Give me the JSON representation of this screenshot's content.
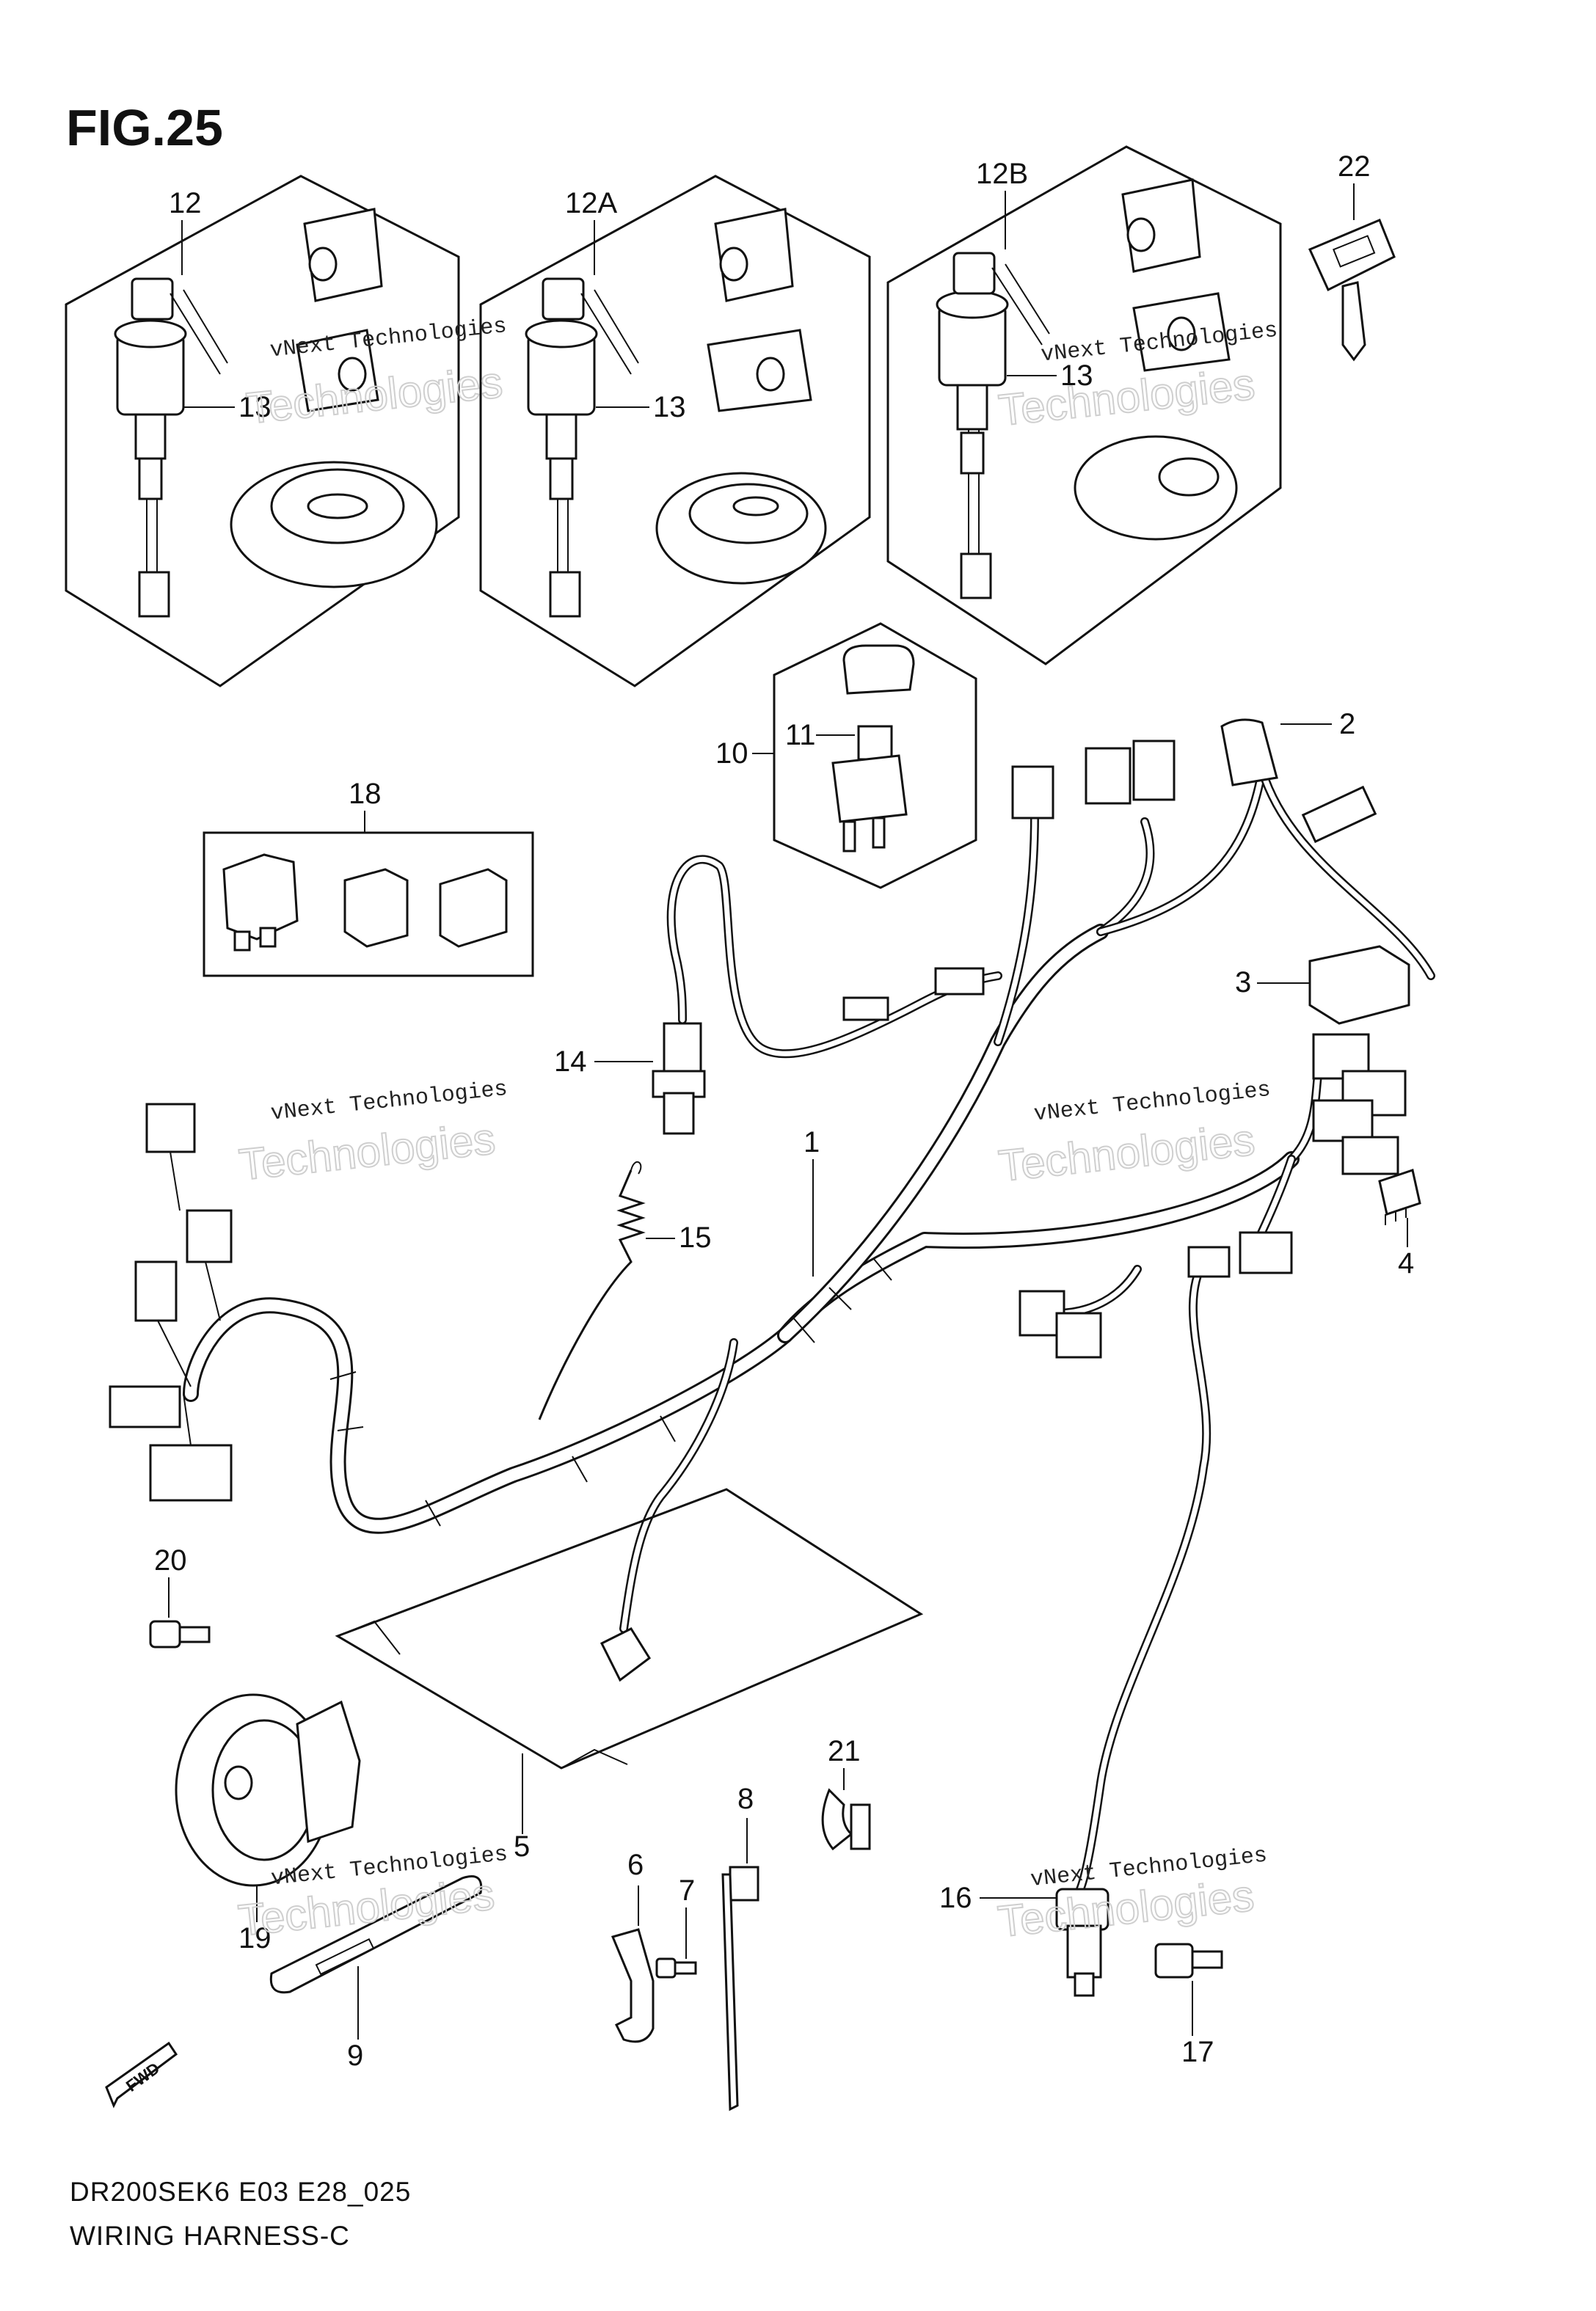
{
  "figure": {
    "title": "FIG.25",
    "code": "DR200SEK6 E03 E28_025",
    "name": "WIRING HARNESS-C",
    "fwd_label": "FWD"
  },
  "watermark": {
    "line1": "vNext Technologies",
    "line2": "Technologies"
  },
  "callouts": {
    "c1": "1",
    "c2": "2",
    "c3": "3",
    "c4": "4",
    "c5": "5",
    "c6": "6",
    "c7": "7",
    "c8": "8",
    "c9": "9",
    "c10": "10",
    "c11": "11",
    "c12": "12",
    "c12a": "12A",
    "c12b": "12B",
    "c13a": "13",
    "c13b": "13",
    "c13c": "13",
    "c14": "14",
    "c15": "15",
    "c16": "16",
    "c17": "17",
    "c18": "18",
    "c19": "19",
    "c20": "20",
    "c21": "21",
    "c22": "22"
  }
}
